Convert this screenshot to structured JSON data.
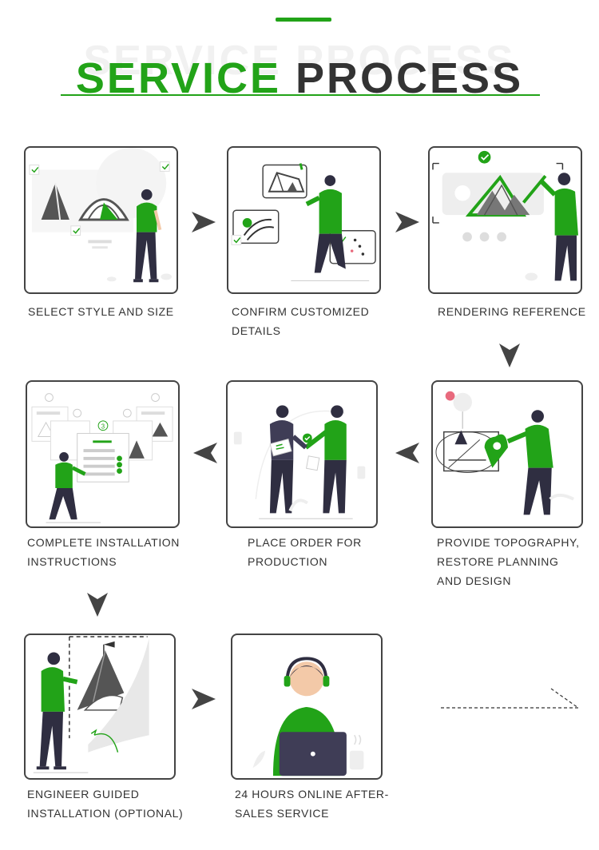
{
  "header": {
    "title_green": "SERVICE",
    "title_dark": "PROCESS",
    "title_ghost": "SERVICE PROCESS"
  },
  "colors": {
    "accent": "#22a318",
    "outline": "#444444",
    "arrow": "#444444"
  },
  "steps": [
    {
      "label": "SELECT STYLE AND SIZE"
    },
    {
      "label": "CONFIRM CUSTOMIZED\n DETAILS"
    },
    {
      "label": "RENDERING REFERENCE"
    },
    {
      "label": "PROVIDE TOPOGRAPHY,\nRESTORE PLANNING\nAND DESIGN"
    },
    {
      "label": "PLACE ORDER FOR\n PRODUCTION"
    },
    {
      "label": "COMPLETE INSTALLATION\nINSTRUCTIONS"
    },
    {
      "label": "ENGINEER GUIDED\nINSTALLATION (OPTIONAL)"
    },
    {
      "label": "24 HOURS ONLINE AFTER-\nSALES SERVICE"
    }
  ],
  "step5_badge": "3"
}
